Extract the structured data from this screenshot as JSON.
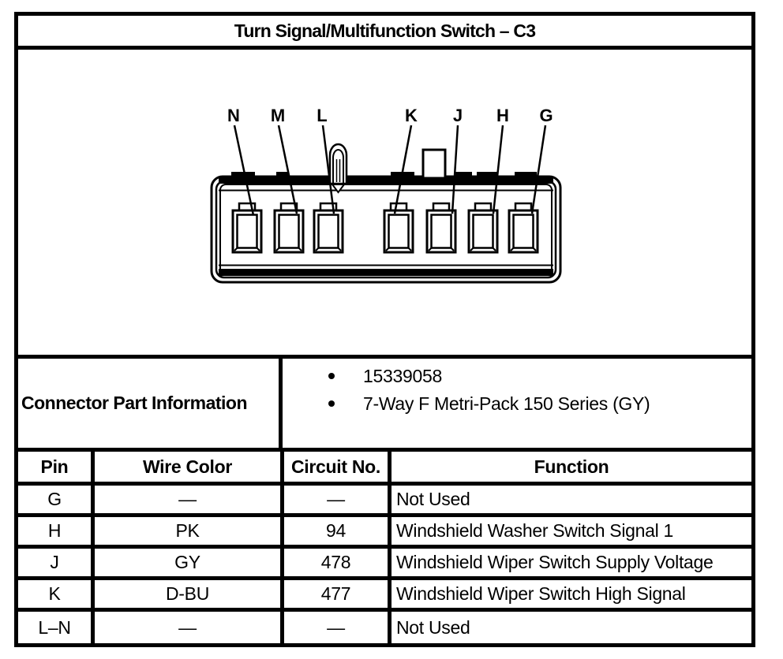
{
  "title": "Turn Signal/Multifunction Switch – C3",
  "colors": {
    "line": "#000000",
    "background": "#ffffff"
  },
  "diagram": {
    "description": "7-way connector face view with pin cavities",
    "pins": [
      "N",
      "M",
      "L",
      "K",
      "J",
      "H",
      "G"
    ]
  },
  "part_info": {
    "label": "Connector Part Information",
    "bullets": [
      "15339058",
      "7-Way F Metri-Pack 150 Series (GY)"
    ]
  },
  "pin_table": {
    "headers": [
      "Pin",
      "Wire Color",
      "Circuit No.",
      "Function"
    ],
    "rows": [
      {
        "pin": "G",
        "wire_color": "—",
        "circuit_no": "—",
        "function": "Not Used"
      },
      {
        "pin": "H",
        "wire_color": "PK",
        "circuit_no": "94",
        "function": "Windshield Washer Switch Signal 1"
      },
      {
        "pin": "J",
        "wire_color": "GY",
        "circuit_no": "478",
        "function": "Windshield Wiper Switch Supply Voltage"
      },
      {
        "pin": "K",
        "wire_color": "D-BU",
        "circuit_no": "477",
        "function": "Windshield Wiper Switch High Signal"
      },
      {
        "pin": "L–N",
        "wire_color": "—",
        "circuit_no": "—",
        "function": "Not Used"
      }
    ]
  }
}
